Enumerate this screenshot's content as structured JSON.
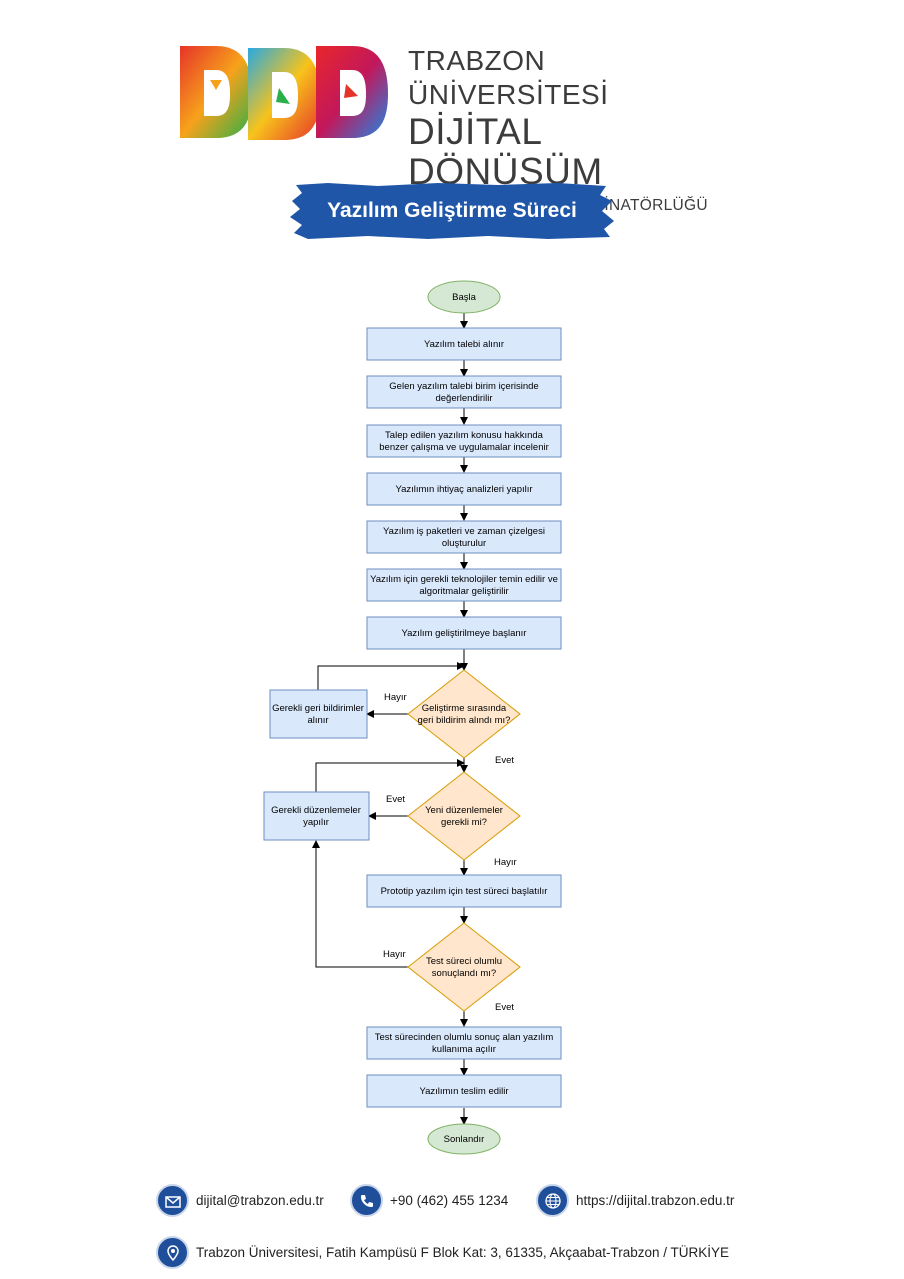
{
  "header": {
    "line1": "TRABZON ÜNİVERSİTESİ",
    "line2": "DİJİTAL DÖNÜŞÜM",
    "line3": "VE YAZILIM OFİSİ KOORDİNATÖRLÜĞÜ"
  },
  "title": "Yazılım Geliştirme Süreci",
  "flow": {
    "start": "Başla",
    "steps": [
      [
        "Yazılım talebi alınır"
      ],
      [
        "Gelen yazılım talebi birim içerisinde",
        "değerlendirilir"
      ],
      [
        "Talep edilen yazılım konusu hakkında",
        "benzer çalışma ve uygulamalar incelenir"
      ],
      [
        "Yazılımın ihtiyaç analizleri yapılır"
      ],
      [
        "Yazılım iş paketleri ve zaman çizelgesi",
        "oluşturulur"
      ],
      [
        "Yazılım için gerekli teknolojiler temin edilir ve",
        "algoritmalar geliştirilir"
      ],
      [
        "Yazılım geliştirilmeye başlanır"
      ]
    ],
    "decision1": [
      "Geliştirme sırasında",
      "geri bildirim alındı mı?"
    ],
    "side1": [
      "Gerekli geri bildirimler",
      "alınır"
    ],
    "decision2": [
      "Yeni düzenlemeler",
      "gerekli mi?"
    ],
    "side2": [
      "Gerekli düzenlemeler",
      "yapılır"
    ],
    "test_step": [
      "Prototip yazılım için test süreci başlatılır"
    ],
    "decision3": [
      "Test süreci olumlu",
      "sonuçlandı mı?"
    ],
    "after": [
      [
        "Test sürecinden olumlu sonuç alan yazılım",
        "kullanıma açılır"
      ],
      [
        "Yazılımın teslim edilir"
      ]
    ],
    "end": "Sonlandır",
    "labels": {
      "d1_no": "Hayır",
      "d1_yes": "Evet",
      "d2_yes": "Evet",
      "d2_no": "Hayır",
      "d3_no": "Hayır",
      "d3_yes": "Evet"
    }
  },
  "colors": {
    "process_fill": "#dae8fc",
    "process_stroke": "#6c8ebf",
    "decision_fill": "#ffe6cc",
    "decision_stroke": "#d79b00",
    "terminal_fill": "#d5e8d4",
    "terminal_stroke": "#82b366",
    "banner": "#1f56a8"
  },
  "footer": {
    "email": "dijital@trabzon.edu.tr",
    "phone": "+90 (462) 455 1234",
    "website": "https://dijital.trabzon.edu.tr",
    "address": "Trabzon Üniversitesi, Fatih Kampüsü F Blok Kat: 3, 61335, Akçaabat-Trabzon / TÜRKİYE",
    "icons": [
      "email-icon",
      "phone-icon",
      "globe-icon",
      "location-icon"
    ]
  }
}
